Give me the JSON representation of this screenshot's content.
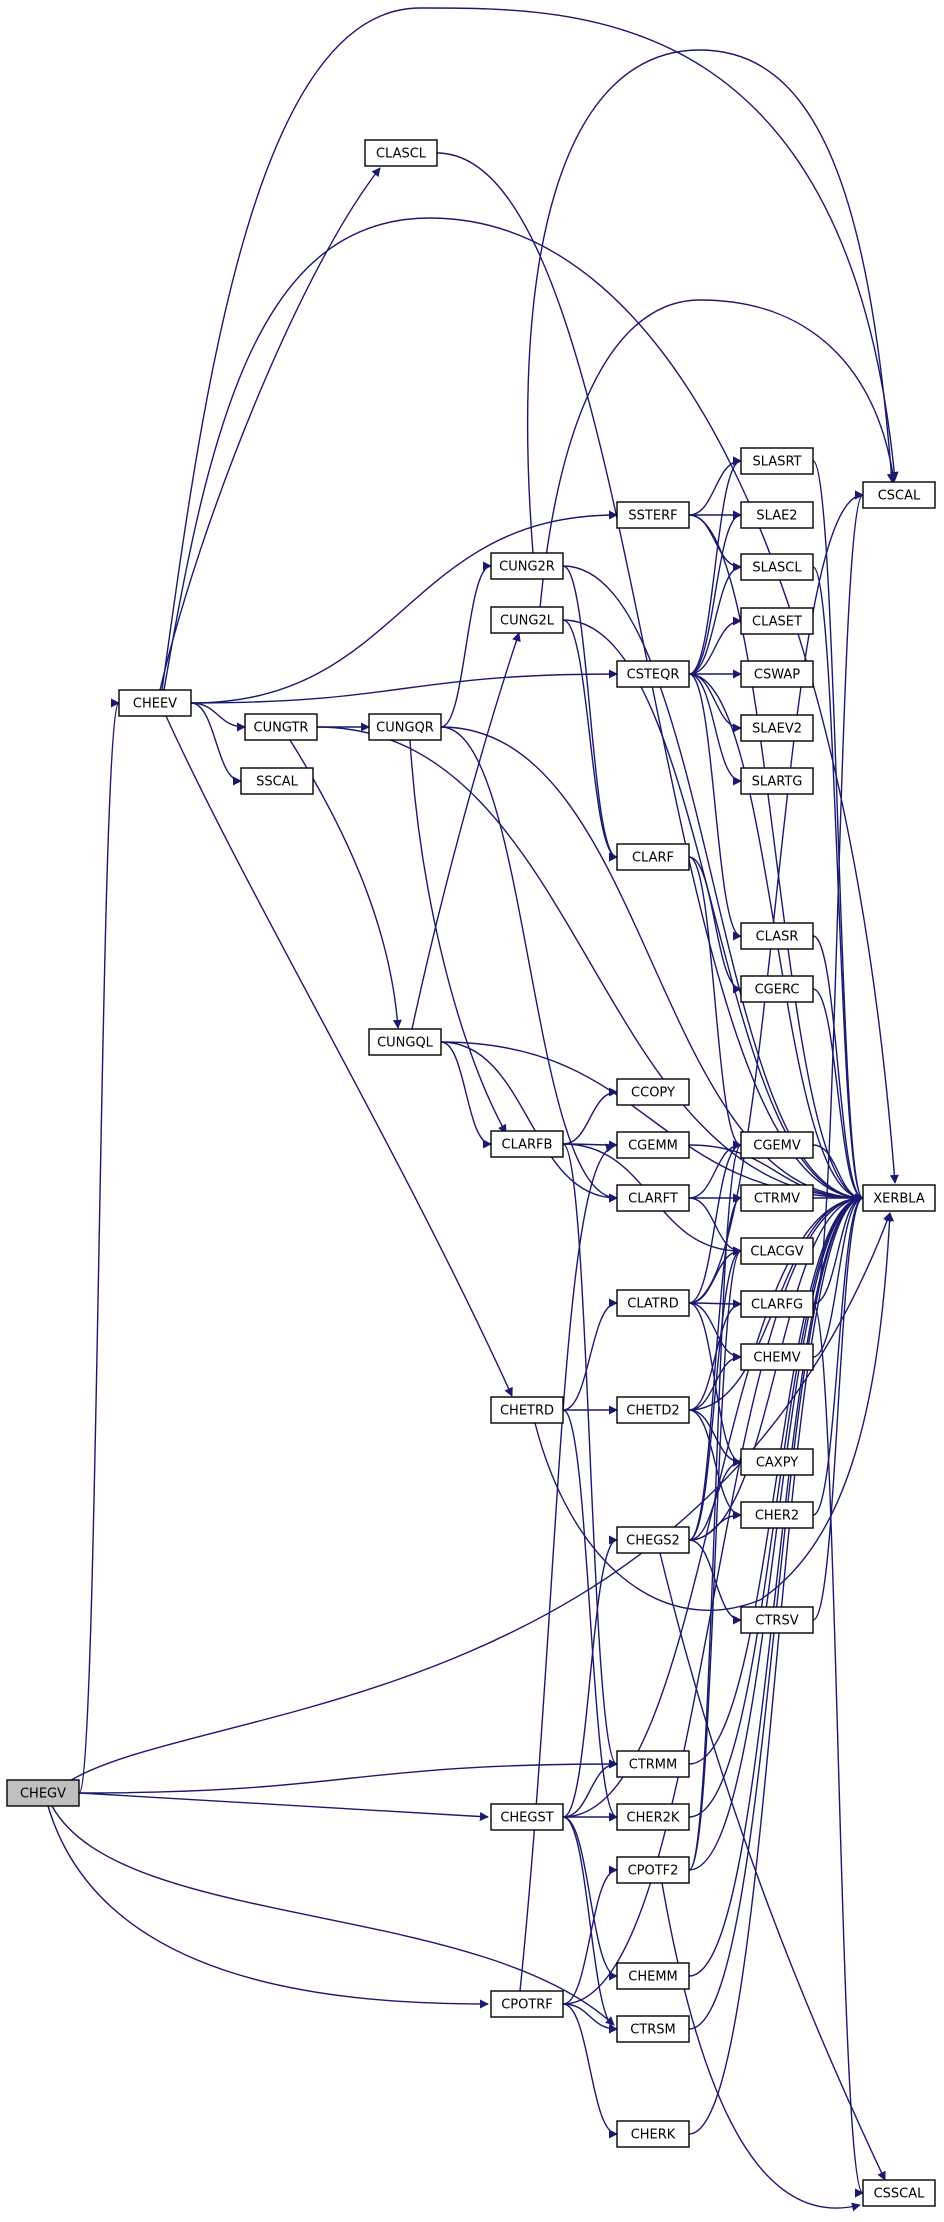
{
  "graph": {
    "root": "CHEGV",
    "colors": {
      "edge": "#191970",
      "root_fill": "#bfbfbf",
      "node_fill": "#ffffff",
      "node_border": "#000000"
    },
    "nodes": [
      {
        "id": "CHEGV",
        "label": "CHEGV"
      },
      {
        "id": "CHEEV",
        "label": "CHEEV"
      },
      {
        "id": "CLASCL",
        "label": "CLASCL"
      },
      {
        "id": "CUNGTR",
        "label": "CUNGTR"
      },
      {
        "id": "SSCAL",
        "label": "SSCAL"
      },
      {
        "id": "CUNGQR",
        "label": "CUNGQR"
      },
      {
        "id": "CUNGQL",
        "label": "CUNGQL"
      },
      {
        "id": "CUNG2R",
        "label": "CUNG2R"
      },
      {
        "id": "CUNG2L",
        "label": "CUNG2L"
      },
      {
        "id": "CLARFB",
        "label": "CLARFB"
      },
      {
        "id": "CHETRD",
        "label": "CHETRD"
      },
      {
        "id": "CHEGST",
        "label": "CHEGST"
      },
      {
        "id": "CPOTRF",
        "label": "CPOTRF"
      },
      {
        "id": "SSTERF",
        "label": "SSTERF"
      },
      {
        "id": "CSTEQR",
        "label": "CSTEQR"
      },
      {
        "id": "CLARF",
        "label": "CLARF"
      },
      {
        "id": "CCOPY",
        "label": "CCOPY"
      },
      {
        "id": "CGEMM",
        "label": "CGEMM"
      },
      {
        "id": "CLARFT",
        "label": "CLARFT"
      },
      {
        "id": "CLATRD",
        "label": "CLATRD"
      },
      {
        "id": "CHETD2",
        "label": "CHETD2"
      },
      {
        "id": "CHEGS2",
        "label": "CHEGS2"
      },
      {
        "id": "CTRMM",
        "label": "CTRMM"
      },
      {
        "id": "CHER2K",
        "label": "CHER2K"
      },
      {
        "id": "CPOTF2",
        "label": "CPOTF2"
      },
      {
        "id": "CHEMM",
        "label": "CHEMM"
      },
      {
        "id": "CTRSM",
        "label": "CTRSM"
      },
      {
        "id": "CHERK",
        "label": "CHERK"
      },
      {
        "id": "SLASRT",
        "label": "SLASRT"
      },
      {
        "id": "SLAE2",
        "label": "SLAE2"
      },
      {
        "id": "SLASCL",
        "label": "SLASCL"
      },
      {
        "id": "CLASET",
        "label": "CLASET"
      },
      {
        "id": "CSWAP",
        "label": "CSWAP"
      },
      {
        "id": "SLAEV2",
        "label": "SLAEV2"
      },
      {
        "id": "SLARTG",
        "label": "SLARTG"
      },
      {
        "id": "CLASR",
        "label": "CLASR"
      },
      {
        "id": "CGERC",
        "label": "CGERC"
      },
      {
        "id": "CGEMV",
        "label": "CGEMV"
      },
      {
        "id": "CTRMV",
        "label": "CTRMV"
      },
      {
        "id": "CLACGV",
        "label": "CLACGV"
      },
      {
        "id": "CLARFG",
        "label": "CLARFG"
      },
      {
        "id": "CHEMV",
        "label": "CHEMV"
      },
      {
        "id": "CAXPY",
        "label": "CAXPY"
      },
      {
        "id": "CHER2",
        "label": "CHER2"
      },
      {
        "id": "CTRSV",
        "label": "CTRSV"
      },
      {
        "id": "CSCAL",
        "label": "CSCAL"
      },
      {
        "id": "XERBLA",
        "label": "XERBLA"
      },
      {
        "id": "CSSCAL",
        "label": "CSSCAL"
      }
    ],
    "edges": [
      [
        "CHEGV",
        "CHEEV"
      ],
      [
        "CHEGV",
        "XERBLA"
      ],
      [
        "CHEGV",
        "CTRMM"
      ],
      [
        "CHEGV",
        "CHEGST"
      ],
      [
        "CHEGV",
        "CTRSM"
      ],
      [
        "CHEGV",
        "CPOTRF"
      ],
      [
        "CHEEV",
        "CLASCL"
      ],
      [
        "CHEEV",
        "CSCAL"
      ],
      [
        "CHEEV",
        "XERBLA"
      ],
      [
        "CHEEV",
        "SSTERF"
      ],
      [
        "CHEEV",
        "CSTEQR"
      ],
      [
        "CHEEV",
        "CUNGTR"
      ],
      [
        "CHEEV",
        "SSCAL"
      ],
      [
        "CHEEV",
        "CHETRD"
      ],
      [
        "CLASCL",
        "XERBLA"
      ],
      [
        "CUNGTR",
        "CUNGQR"
      ],
      [
        "CUNGTR",
        "CUNGQL"
      ],
      [
        "CUNGTR",
        "XERBLA"
      ],
      [
        "CUNGQR",
        "CUNG2R"
      ],
      [
        "CUNGQR",
        "CLARFB"
      ],
      [
        "CUNGQR",
        "CLARFT"
      ],
      [
        "CUNGQR",
        "XERBLA"
      ],
      [
        "CUNGQL",
        "CUNG2L"
      ],
      [
        "CUNGQL",
        "CLARFB"
      ],
      [
        "CUNGQL",
        "CLARFT"
      ],
      [
        "CUNGQL",
        "XERBLA"
      ],
      [
        "CUNG2R",
        "CSCAL"
      ],
      [
        "CUNG2R",
        "CLARF"
      ],
      [
        "CUNG2R",
        "XERBLA"
      ],
      [
        "CUNG2L",
        "CSCAL"
      ],
      [
        "CUNG2L",
        "CLARF"
      ],
      [
        "CUNG2L",
        "XERBLA"
      ],
      [
        "SSTERF",
        "SLASRT"
      ],
      [
        "SSTERF",
        "SLAE2"
      ],
      [
        "SSTERF",
        "SLASCL"
      ],
      [
        "SSTERF",
        "XERBLA"
      ],
      [
        "CSTEQR",
        "SLASRT"
      ],
      [
        "CSTEQR",
        "SLAE2"
      ],
      [
        "CSTEQR",
        "SLASCL"
      ],
      [
        "CSTEQR",
        "CLASET"
      ],
      [
        "CSTEQR",
        "CSWAP"
      ],
      [
        "CSTEQR",
        "SLAEV2"
      ],
      [
        "CSTEQR",
        "SLARTG"
      ],
      [
        "CSTEQR",
        "CLASR"
      ],
      [
        "CSTEQR",
        "XERBLA"
      ],
      [
        "SLASRT",
        "XERBLA"
      ],
      [
        "SLASCL",
        "XERBLA"
      ],
      [
        "CLASR",
        "XERBLA"
      ],
      [
        "CGERC",
        "XERBLA"
      ],
      [
        "CLARF",
        "CGERC"
      ],
      [
        "CLARF",
        "CGEMV"
      ],
      [
        "CLARFB",
        "CCOPY"
      ],
      [
        "CLARFB",
        "CGEMM"
      ],
      [
        "CLARFB",
        "CLACGV"
      ],
      [
        "CLARFB",
        "CTRMM"
      ],
      [
        "CLARFT",
        "CGEMV"
      ],
      [
        "CLARFT",
        "CTRMV"
      ],
      [
        "CLARFT",
        "CLACGV"
      ],
      [
        "CGEMM",
        "XERBLA"
      ],
      [
        "CGEMV",
        "XERBLA"
      ],
      [
        "CTRMV",
        "XERBLA"
      ],
      [
        "CHETRD",
        "CLATRD"
      ],
      [
        "CHETRD",
        "CHETD2"
      ],
      [
        "CHETRD",
        "CHER2K"
      ],
      [
        "CHETRD",
        "XERBLA"
      ],
      [
        "CLATRD",
        "CGEMV"
      ],
      [
        "CLATRD",
        "CLACGV"
      ],
      [
        "CLATRD",
        "CLARFG"
      ],
      [
        "CLATRD",
        "CHEMV"
      ],
      [
        "CLATRD",
        "CAXPY"
      ],
      [
        "CLATRD",
        "CSCAL"
      ],
      [
        "CHETD2",
        "CLARFG"
      ],
      [
        "CHETD2",
        "CHEMV"
      ],
      [
        "CHETD2",
        "CAXPY"
      ],
      [
        "CHETD2",
        "CHER2"
      ],
      [
        "CHETD2",
        "XERBLA"
      ],
      [
        "CLARFG",
        "CSCAL"
      ],
      [
        "CLARFG",
        "XERBLA"
      ],
      [
        "CLARFG",
        "CSSCAL"
      ],
      [
        "CHEMV",
        "XERBLA"
      ],
      [
        "CHER2",
        "XERBLA"
      ],
      [
        "CHEGST",
        "CHEGS2"
      ],
      [
        "CHEGST",
        "CHER2K"
      ],
      [
        "CHEGST",
        "CTRMM"
      ],
      [
        "CHEGST",
        "CHEMM"
      ],
      [
        "CHEGST",
        "CTRSM"
      ],
      [
        "CHEGST",
        "XERBLA"
      ],
      [
        "CHEGS2",
        "CAXPY"
      ],
      [
        "CHEGS2",
        "CHER2"
      ],
      [
        "CHEGS2",
        "CTRSV"
      ],
      [
        "CHEGS2",
        "CLACGV"
      ],
      [
        "CHEGS2",
        "CTRMV"
      ],
      [
        "CHEGS2",
        "CSSCAL"
      ],
      [
        "CHEGS2",
        "XERBLA"
      ],
      [
        "CTRSV",
        "XERBLA"
      ],
      [
        "CTRMM",
        "XERBLA"
      ],
      [
        "CHER2K",
        "XERBLA"
      ],
      [
        "CPOTRF",
        "CPOTF2"
      ],
      [
        "CPOTRF",
        "CHERK"
      ],
      [
        "CPOTRF",
        "CTRSM"
      ],
      [
        "CPOTRF",
        "CGEMM"
      ],
      [
        "CPOTRF",
        "XERBLA"
      ],
      [
        "CPOTF2",
        "CSSCAL"
      ],
      [
        "CPOTF2",
        "CGEMV"
      ],
      [
        "CPOTF2",
        "CLACGV"
      ],
      [
        "CPOTF2",
        "XERBLA"
      ],
      [
        "CHEMM",
        "XERBLA"
      ],
      [
        "CTRSM",
        "XERBLA"
      ],
      [
        "CHERK",
        "XERBLA"
      ]
    ]
  }
}
